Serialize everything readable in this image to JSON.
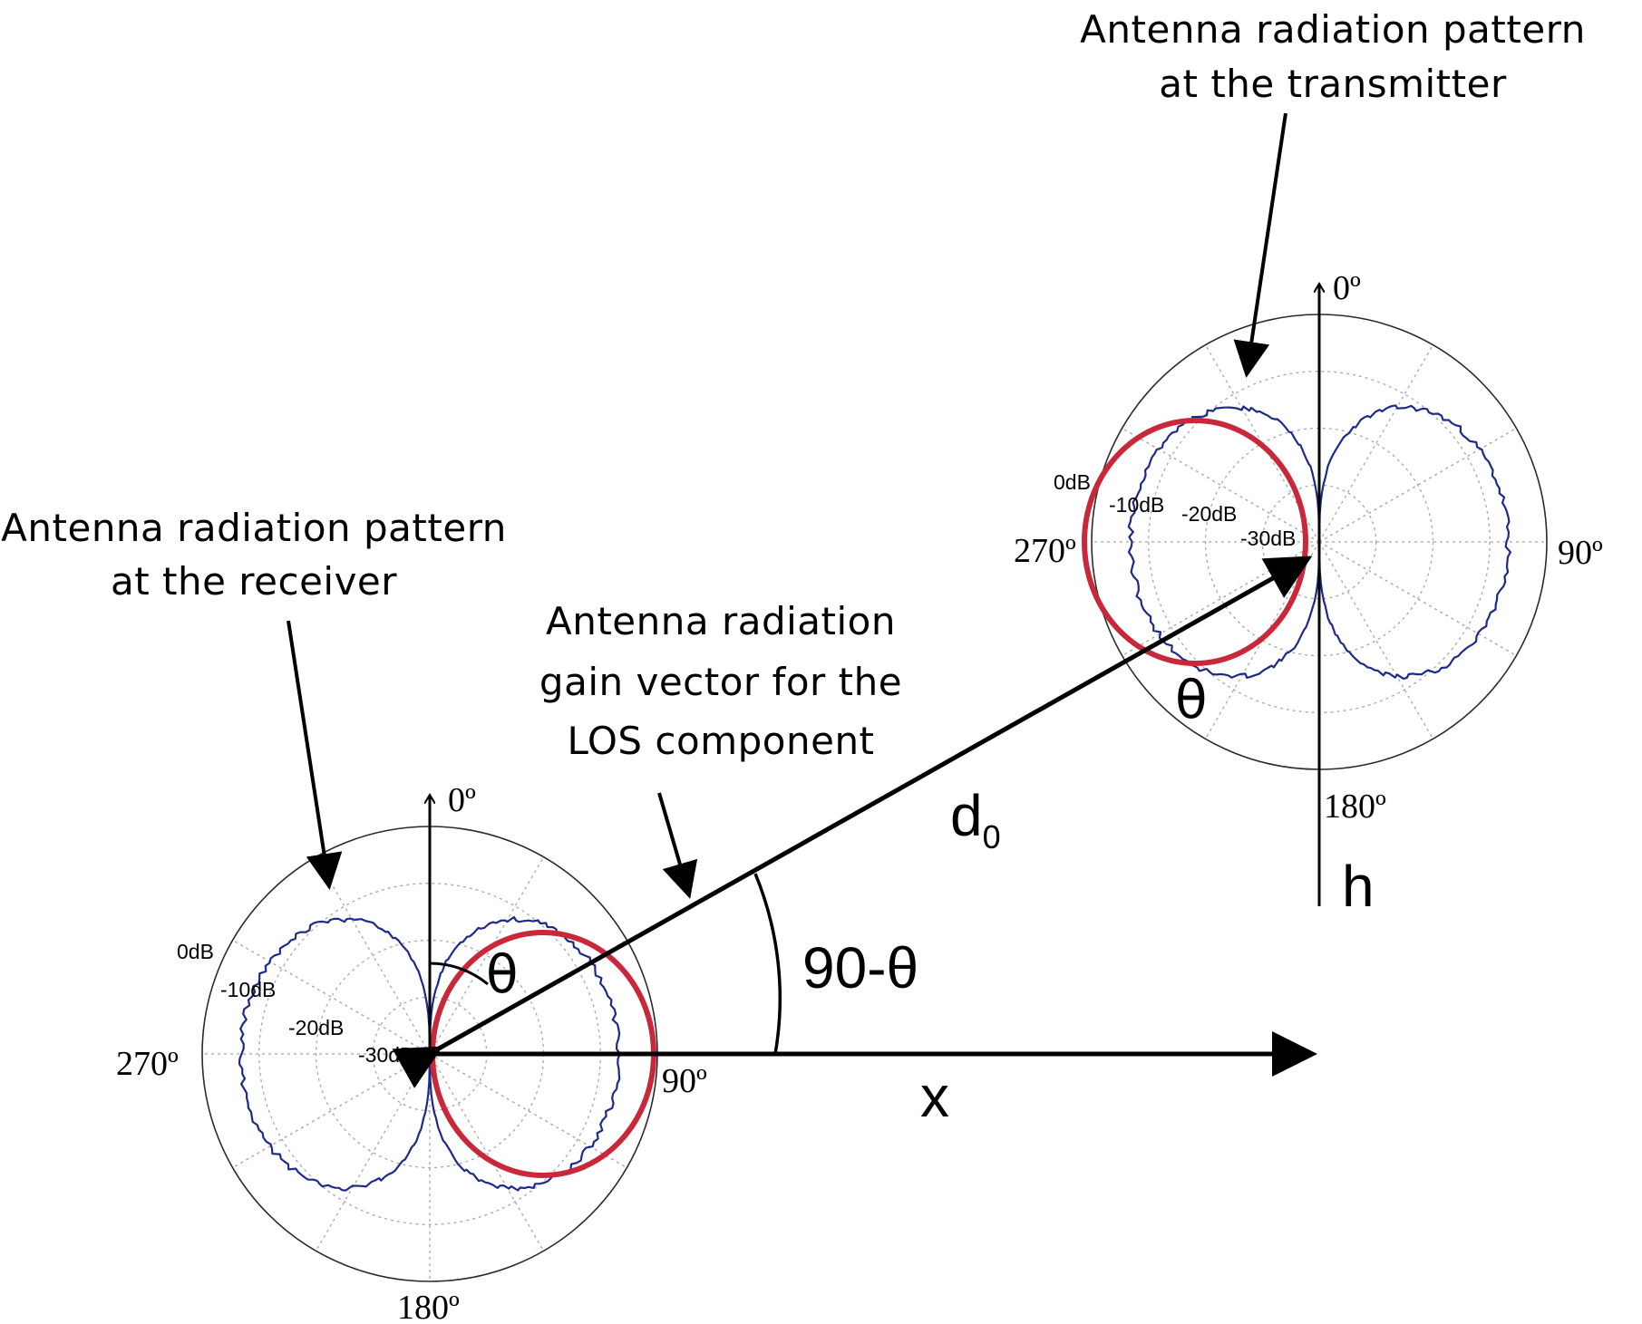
{
  "captions": {
    "transmitter_pattern": [
      "Antenna radiation pattern",
      "at the transmitter"
    ],
    "receiver_pattern": [
      "Antenna radiation pattern",
      "at the receiver"
    ],
    "los_gain_vector": [
      "Antenna radiation",
      "gain vector for the",
      "LOS component"
    ]
  },
  "symbols": {
    "distance_main": "d",
    "distance_sub": "0",
    "height": "h",
    "horizontal": "x",
    "theta": "θ",
    "complement_angle": "90-θ"
  },
  "polar_plots": {
    "transmitter": {
      "angles": {
        "top": "0º",
        "right": "90º",
        "bottom": "180º",
        "left": "270º"
      },
      "db_labels": [
        "0dB",
        "-10dB",
        "-20dB",
        "-30dB"
      ]
    },
    "receiver": {
      "angles": {
        "top": "0º",
        "right": "90º",
        "bottom": "180º",
        "left": "270º"
      },
      "db_labels": [
        "0dB",
        "-10dB",
        "-20dB",
        "-30dB"
      ]
    }
  },
  "colors": {
    "pattern_line": "#1d2a8a",
    "highlight_circle": "#c8283a",
    "arrows": "#000000"
  }
}
